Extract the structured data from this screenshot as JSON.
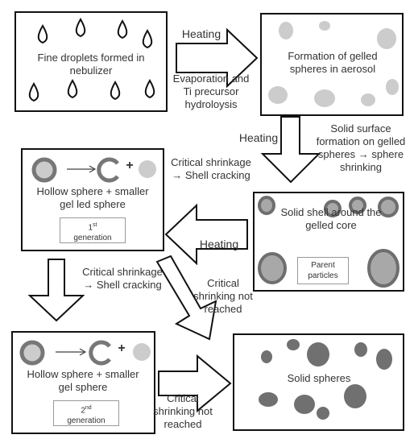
{
  "boxes": {
    "nebulizer": "Fine droplets formed in nebulizer",
    "gelled": "Formation of gelled spheres in aerosol",
    "solid_shell": "Solid shell around the gelled core",
    "hollow1": "Hollow sphere + smaller gel led sphere",
    "hollow2": "Hollow sphere + smaller gel sphere",
    "solid_spheres": "Solid spheres"
  },
  "tags": {
    "parent": "Parent particles",
    "gen1_num": "1",
    "gen1_sup": "st",
    "gen1_word": "generation",
    "gen2_num": "2",
    "gen2_sup": "nd",
    "gen2_word": "generation"
  },
  "labels": {
    "heating1": "Heating",
    "evap": "Evaporation and Ti precursor hydroloysis",
    "heating2": "Heating",
    "surface": "Solid surface formation on gelled spheres → sphere shrinking",
    "shrink1": "Critical shrinkage → Shell cracking",
    "heating3": "Heating",
    "shrink2": "Critical shrinkage → Shell cracking",
    "notreached1": "Critical shrinking not reached",
    "notreached2": "Critical shrinking not reached"
  },
  "plus1": "+",
  "plus2": "+",
  "colors": {
    "outline": "#111111",
    "gray_light": "#cccccc",
    "gray_mid": "#a8a8a8",
    "gray_dark": "#707070"
  }
}
